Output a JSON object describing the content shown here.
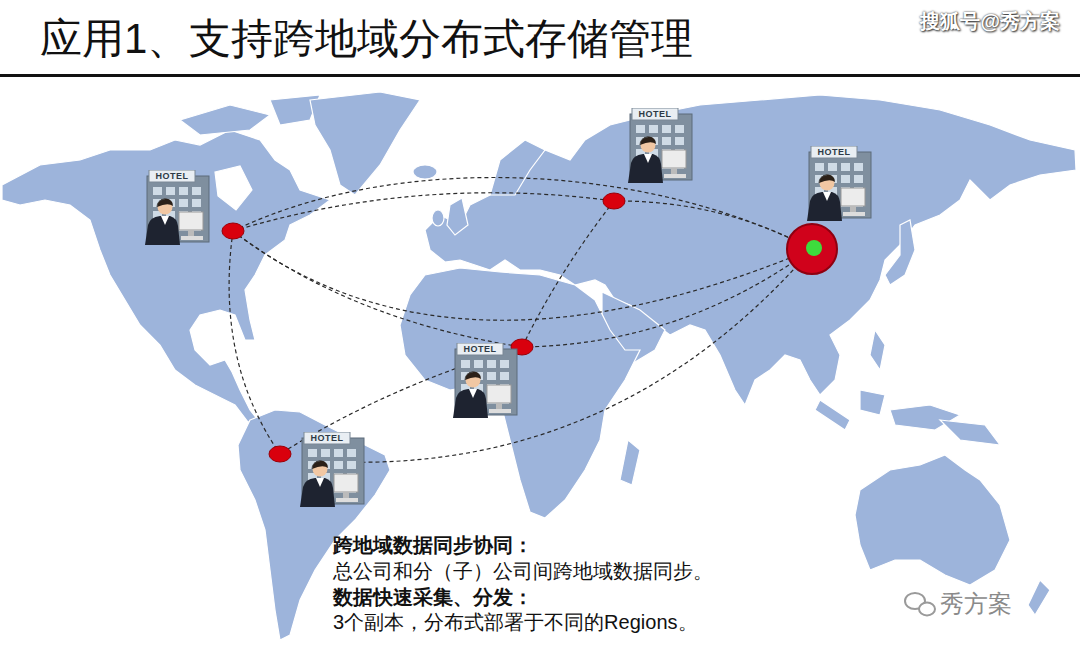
{
  "diagram": {
    "title": "应用1、支持跨地域分布式存储管理",
    "labels": [
      "搜狐号@秀方案",
      "HOTEL",
      "HOTEL",
      "HOTEL",
      "HOTEL",
      "HOTEL",
      "跨地域数据同步协同：",
      "总公司和分（子）公司间跨地域数据同步。",
      "数据快速采集、分发：",
      "3个副本，分布式部署于不同的Regions。",
      "秀方案"
    ]
  }
}
